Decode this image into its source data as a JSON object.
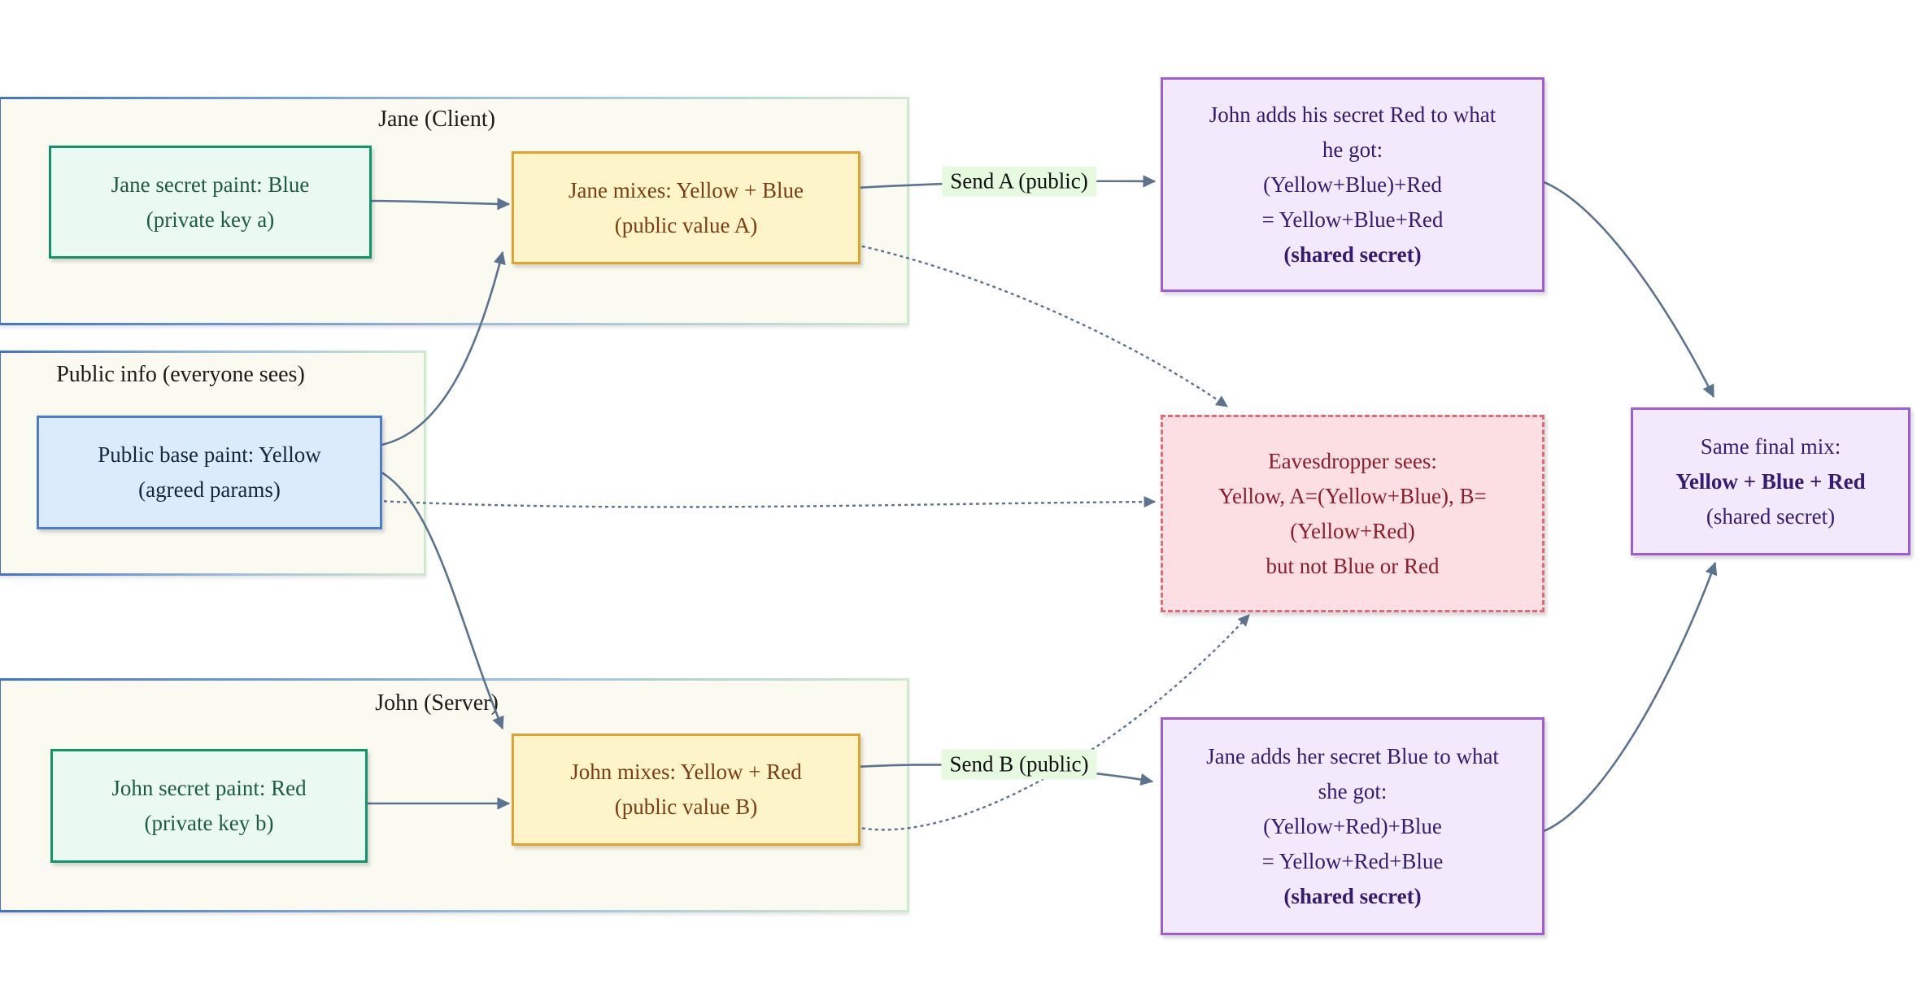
{
  "clusters": {
    "jane": {
      "title": "Jane (Client)"
    },
    "public": {
      "title": "Public info (everyone sees)"
    },
    "john": {
      "title": "John (Server)"
    }
  },
  "nodes": {
    "jane_secret": {
      "lines": [
        "Jane secret paint: Blue",
        "(private key a)"
      ]
    },
    "jane_mixes": {
      "lines": [
        "Jane mixes: Yellow + Blue",
        "(public value A)"
      ]
    },
    "public_base": {
      "lines": [
        "Public base paint: Yellow",
        "(agreed params)"
      ]
    },
    "john_secret": {
      "lines": [
        "John secret paint: Red",
        "(private key b)"
      ]
    },
    "john_mixes": {
      "lines": [
        "John mixes: Yellow + Red",
        "(public value B)"
      ]
    },
    "john_adds": {
      "lines": [
        "John adds his secret Red to what",
        "he got:",
        "(Yellow+Blue)+Red",
        "= Yellow+Blue+Red",
        "(shared secret)"
      ]
    },
    "eavesdropper": {
      "lines": [
        "Eavesdropper sees:",
        "Yellow, A=(Yellow+Blue), B=",
        "(Yellow+Red)",
        "but not Blue or Red"
      ]
    },
    "jane_adds": {
      "lines": [
        "Jane adds her secret Blue to what",
        "she got:",
        "(Yellow+Red)+Blue",
        "= Yellow+Red+Blue",
        "(shared secret)"
      ]
    },
    "final_mix": {
      "lines": [
        "Same final mix:",
        "Yellow + Blue + Red",
        "(shared secret)"
      ]
    }
  },
  "edge_labels": {
    "send_a": "Send A (public)",
    "send_b": "Send B (public)"
  },
  "colors": {
    "edge": "#5c7390",
    "green_border": "#10966d",
    "green_fill": "#eafaf2",
    "green_text": "#1d5c44",
    "yellow_border": "#dfa32e",
    "yellow_fill": "#fdf4ca",
    "yellow_text": "#7c3d10",
    "blue_border": "#4a7dd0",
    "blue_fill": "#dcebfb",
    "blue_text": "#15273f",
    "purple_border": "#9e5cd6",
    "purple_fill": "#f3e9fd",
    "purple_text": "#371a72",
    "pink_border": "#e06a77",
    "pink_fill": "#fcdfe3",
    "pink_text": "#8c1d2b",
    "cluster_fill": "#fbfaf0",
    "cluster_border_start": "#4273c8",
    "cluster_border_mid": "#9ebede",
    "cluster_border_end": "#cfe9cf",
    "label_bg": "#e6fae0",
    "title_text": "#1b1b1b"
  }
}
